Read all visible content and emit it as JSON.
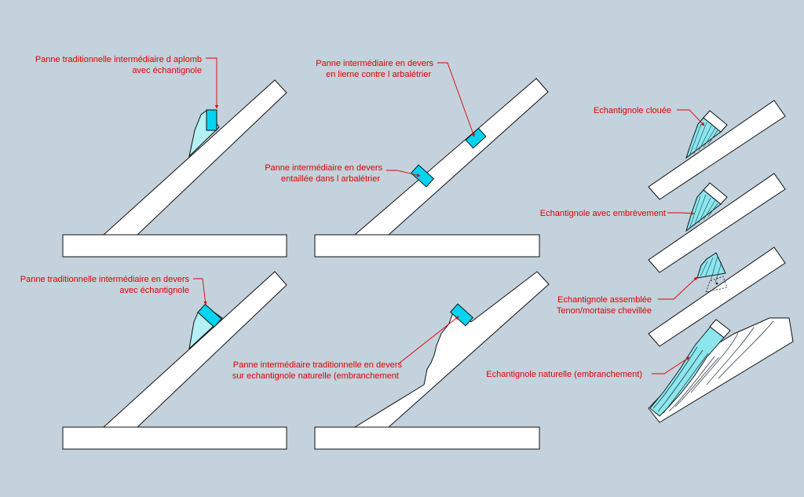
{
  "colors": {
    "background": "#c3d2dd",
    "timber": "#ffffff",
    "outline": "#111111",
    "purlin": "#00d4f0",
    "cleat": "#b4f0f4",
    "label": "#e00000",
    "leader": "#e00000"
  },
  "labels": {
    "a_line1": "Panne traditionnelle intermédiaire d aplomb",
    "a_line2": "avec échantignole",
    "b_line1": "Panne  intermédiaire en devers",
    "b_line2": "en lierne contre l arbalétrier",
    "c_line1": "Panne  intermédiaire en devers",
    "c_line2": "entaillée dans l arbalétrier",
    "d_line1": "Panne traditionnelle intermédiaire en devers",
    "d_line2": "avec échantignole",
    "e_line1": "Panne intermédiaire traditionnelle en devers",
    "e_line2": "sur echantignole naturelle (embranchement",
    "f_line1": "Echantignole clouée",
    "g_line1": "Echantignole avec embrèvement",
    "h_line1": "Echantignole assemblée",
    "h_line2": "Tenon/mortaise chevillée",
    "i_line1": "Echantignole naturelle (embranchement)"
  },
  "icons": {
    "rafter": "rafter-beam",
    "tie": "tie-beam",
    "purlin": "purlin-block",
    "cleat": "cleat-wedge",
    "leader": "leader-arrow"
  }
}
